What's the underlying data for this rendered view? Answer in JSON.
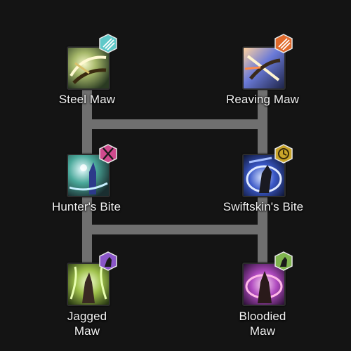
{
  "skills": {
    "steel_maw": {
      "label": "Steel Maw",
      "icon": "steel-maw-icon",
      "badge": "claw-slash-icon",
      "badge_color": "#5fc9c9"
    },
    "reaving_maw": {
      "label": "Reaving Maw",
      "icon": "reaving-maw-icon",
      "badge": "claw-slash-icon",
      "badge_color": "#e06a2c"
    },
    "hunters_bite": {
      "label": "Hunter's Bite",
      "icon": "hunters-bite-icon",
      "badge": "crossed-blades-icon",
      "badge_color": "#d04a8e"
    },
    "swiftskins_bite": {
      "label": "Swiftskin's Bite",
      "icon": "swiftskins-bite-icon",
      "badge": "clock-icon",
      "badge_color": "#c9a42a"
    },
    "jagged_maw": {
      "label_line1": "Jagged",
      "label_line2": "Maw",
      "icon": "jagged-maw-icon",
      "badge": "silhouette-icon",
      "badge_color": "#8a56c8"
    },
    "bloodied_maw": {
      "label_line1": "Bloodied",
      "label_line2": "Maw",
      "icon": "bloodied-maw-icon",
      "badge": "silhouette-icon",
      "badge_color": "#7fb44e"
    }
  }
}
